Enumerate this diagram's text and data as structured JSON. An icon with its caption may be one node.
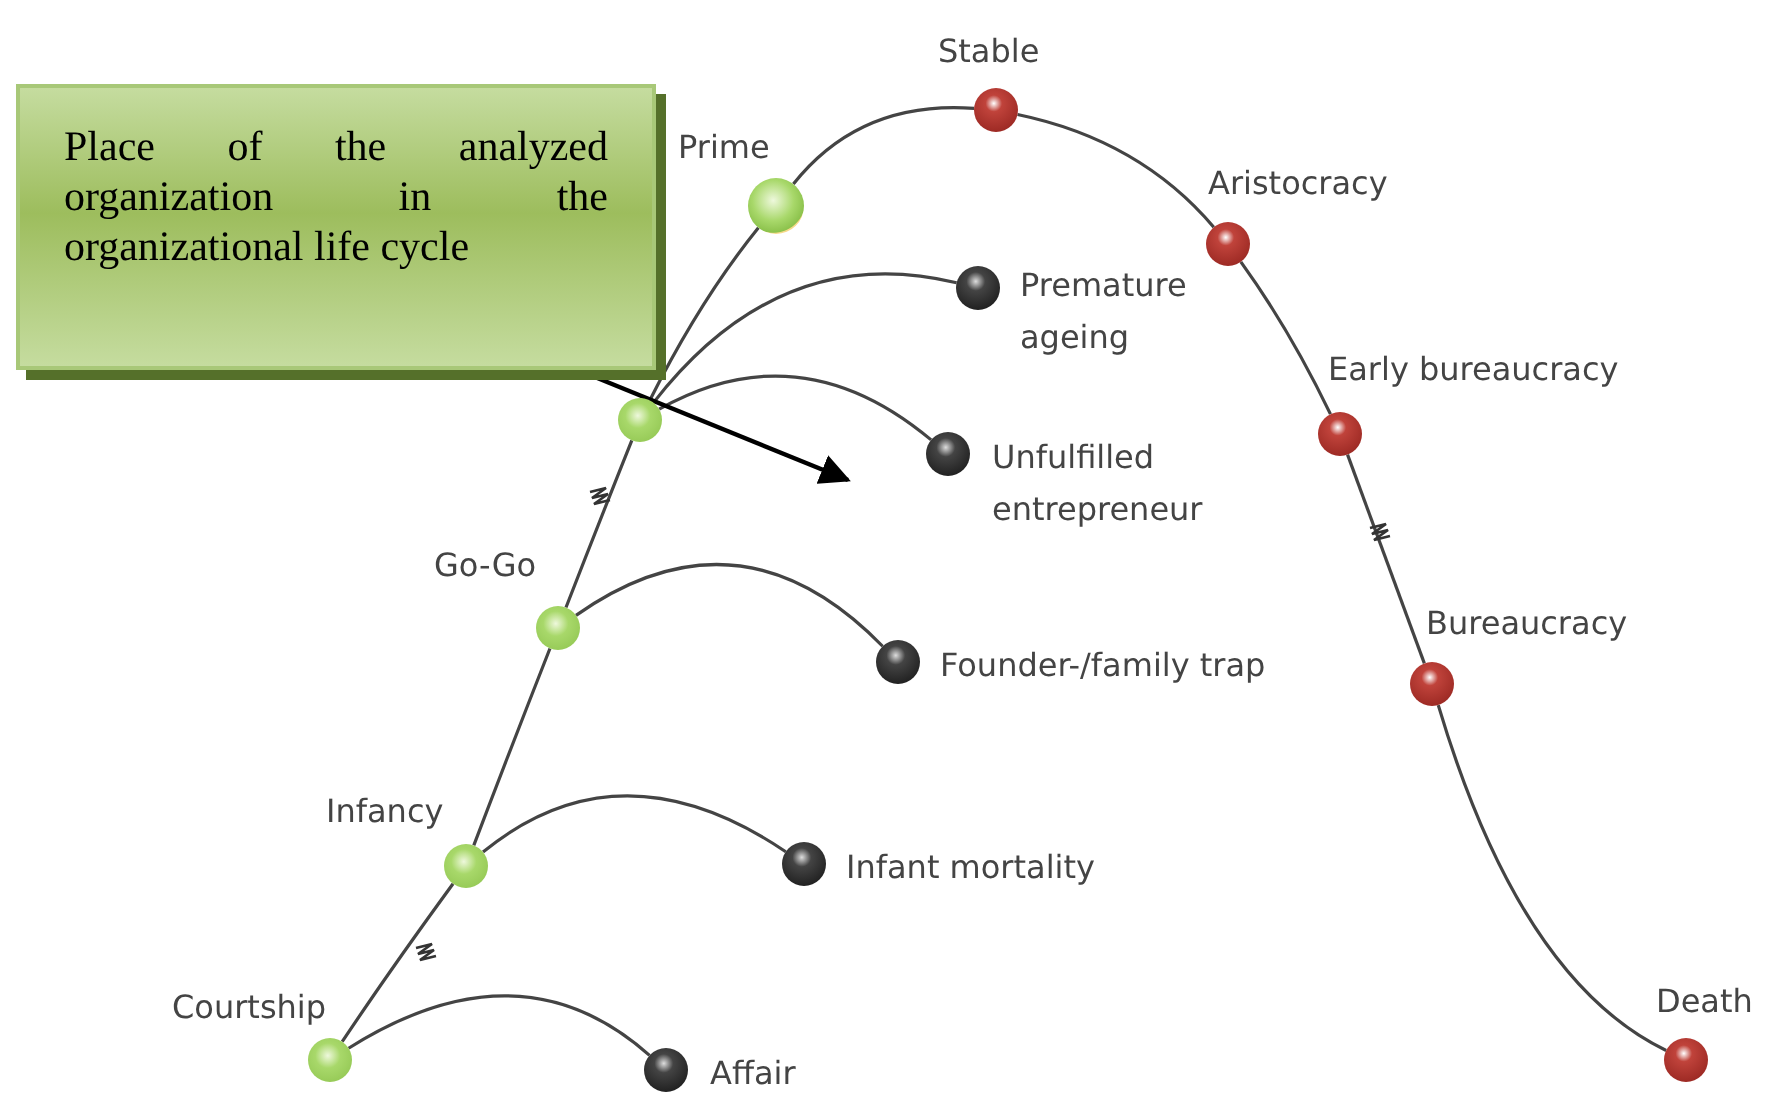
{
  "diagram": {
    "nodes": [
      {
        "text": [
          "Place of the analyzed organization in the organizational life cycle"
        ]
      },
      {
        "text": [],
        "shape": "circle",
        "beside": [
          "Courtship"
        ]
      },
      {
        "text": [],
        "shape": "circle",
        "beside": [
          "Infancy"
        ]
      },
      {
        "text": [],
        "shape": "circle",
        "beside": [
          "Go-Go"
        ]
      },
      {
        "text": [],
        "shape": "circle"
      },
      {
        "text": [],
        "shape": "circle",
        "beside": [
          "Prime"
        ]
      },
      {
        "text": [],
        "shape": "circle",
        "beside": [
          "Stable"
        ]
      },
      {
        "text": [],
        "shape": "circle",
        "beside": [
          "Aristocracy"
        ]
      },
      {
        "text": [],
        "shape": "circle",
        "beside": [
          "Early bureaucracy"
        ]
      },
      {
        "text": [],
        "shape": "circle",
        "beside": [
          "Bureaucracy"
        ]
      },
      {
        "text": [],
        "shape": "circle",
        "beside": [
          "Death"
        ]
      },
      {
        "text": [],
        "shape": "circle",
        "beside": [
          "Affair"
        ]
      },
      {
        "text": [],
        "shape": "circle",
        "beside": [
          "Infant mortality"
        ]
      },
      {
        "text": [],
        "shape": "circle",
        "beside": [
          "Founder-/family trap"
        ]
      },
      {
        "text": [],
        "shape": "circle",
        "beside": [
          "Unfulfilled entrepreneur"
        ]
      },
      {
        "text": [],
        "shape": "circle",
        "beside": [
          "Premature ageing"
        ]
      }
    ],
    "edges": [
      {
        "from": 1,
        "to": 2,
        "arrow": "none"
      },
      {
        "from": 2,
        "to": 3,
        "arrow": "none"
      },
      {
        "from": 3,
        "to": 4,
        "arrow": "none"
      },
      {
        "from": 4,
        "to": 5,
        "arrow": "none"
      },
      {
        "from": 5,
        "to": 6,
        "arrow": "none"
      },
      {
        "from": 6,
        "to": 7,
        "arrow": "none"
      },
      {
        "from": 7,
        "to": 8,
        "arrow": "none"
      },
      {
        "from": 8,
        "to": 9,
        "arrow": "none"
      },
      {
        "from": 9,
        "to": 10,
        "arrow": "none"
      },
      {
        "from": 1,
        "to": 11,
        "arrow": "none"
      },
      {
        "from": 2,
        "to": 12,
        "arrow": "none"
      },
      {
        "from": 3,
        "to": 13,
        "arrow": "none"
      },
      {
        "from": 4,
        "to": 14,
        "arrow": "none"
      },
      {
        "from": 4,
        "to": 15,
        "arrow": "none"
      },
      {
        "from": 0,
        "to": null,
        "arrow": "to",
        "color": "#000000"
      }
    ]
  }
}
